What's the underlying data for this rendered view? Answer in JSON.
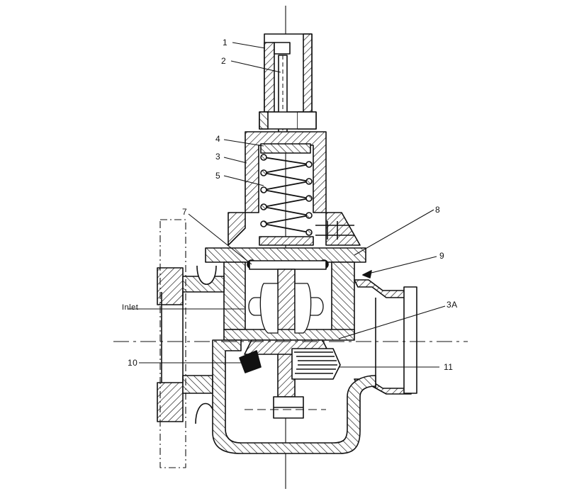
{
  "diagram": {
    "colors": {
      "ink": "#111111",
      "paper": "#ffffff",
      "seal": "#1a1a1a"
    },
    "labels": {
      "l1": "1",
      "l2": "2",
      "l3": "3",
      "l4": "4",
      "l5": "5",
      "l7": "7",
      "l8": "8",
      "l9": "9",
      "l3a": "3A",
      "l10": "10",
      "l11": "11",
      "inlet": "Inlet"
    }
  }
}
